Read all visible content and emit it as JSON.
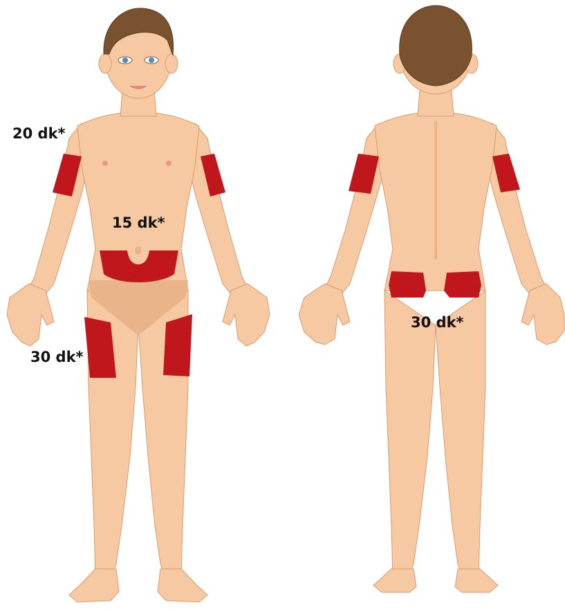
{
  "colors": {
    "skin": "#f7c9a3",
    "skin_light": "#fbd9bb",
    "skin_shade": "#eab48a",
    "outline": "#d79b6d",
    "hair": "#7a5230",
    "hair_dark": "#5b3b1f",
    "injection_zone": "#c0171c",
    "text": "#111111"
  },
  "labels": {
    "upper_arm": "20 dk*",
    "abdomen": "15 dk*",
    "thigh": "30 dk*",
    "buttock": "30 dk*"
  }
}
